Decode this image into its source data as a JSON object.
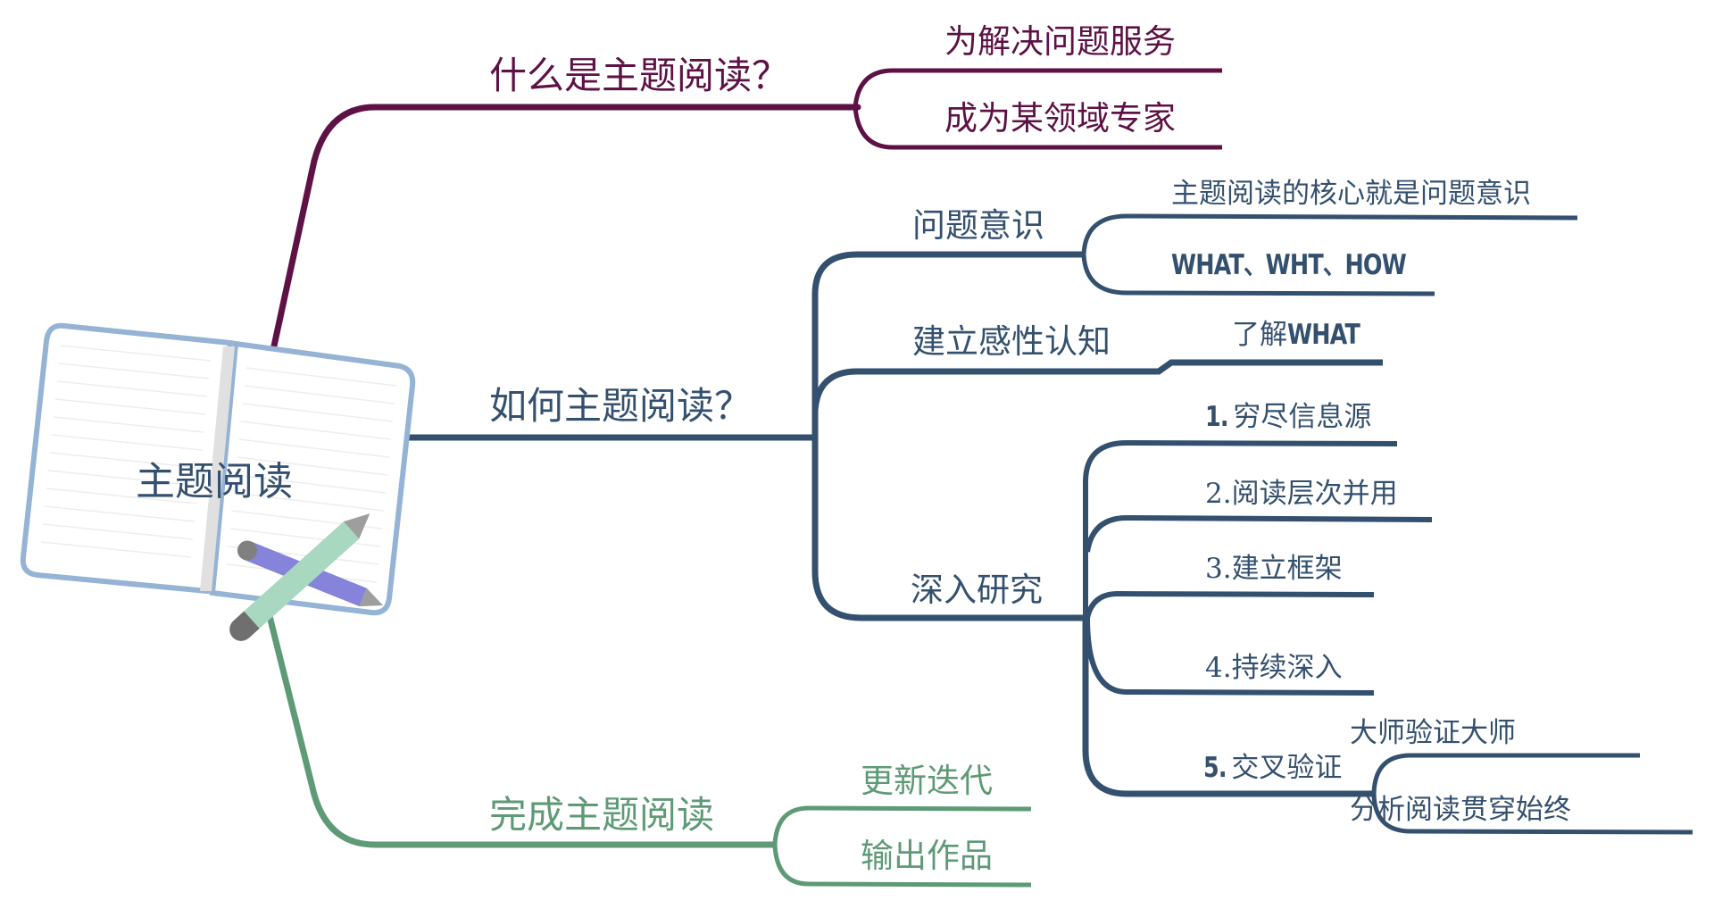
{
  "central_topic": {
    "label": "主题阅读",
    "icon": "notebook-with-pencils-icon"
  },
  "colors": {
    "branch_what": "#5E1145",
    "branch_how": "#34506F",
    "branch_done": "#5E9A76",
    "book_border": "#95B3D5",
    "book_spine": "#E0E0E0",
    "pencil_green": "#A8D8C0",
    "pen_purple": "#8583DA"
  },
  "branches": [
    {
      "label": "什么是主题阅读？",
      "children": [
        {
          "label": "为解决问题服务"
        },
        {
          "label": "成为某领域专家"
        }
      ]
    },
    {
      "label": "如何主题阅读？",
      "children": [
        {
          "label": "问题意识",
          "children": [
            {
              "label": "主题阅读的核心就是问题意识"
            },
            {
              "label": "WHAT、WHT、HOW"
            }
          ]
        },
        {
          "label": "建立感性认知",
          "children": [
            {
              "label_prefix": "了解",
              "label_bold": "WHAT"
            }
          ]
        },
        {
          "label": "深入研究",
          "children": [
            {
              "label_bold": "1.",
              "label": "穷尽信息源"
            },
            {
              "label": "2.阅读层次并用"
            },
            {
              "label": "3.建立框架"
            },
            {
              "label": "4.持续深入"
            },
            {
              "label_bold": "5.",
              "label": "交叉验证",
              "children": [
                {
                  "label": "大师验证大师"
                },
                {
                  "label": "分析阅读贯穿始终"
                }
              ]
            }
          ]
        }
      ]
    },
    {
      "label": "完成主题阅读",
      "children": [
        {
          "label": "更新迭代"
        },
        {
          "label": "输出作品"
        }
      ]
    }
  ]
}
